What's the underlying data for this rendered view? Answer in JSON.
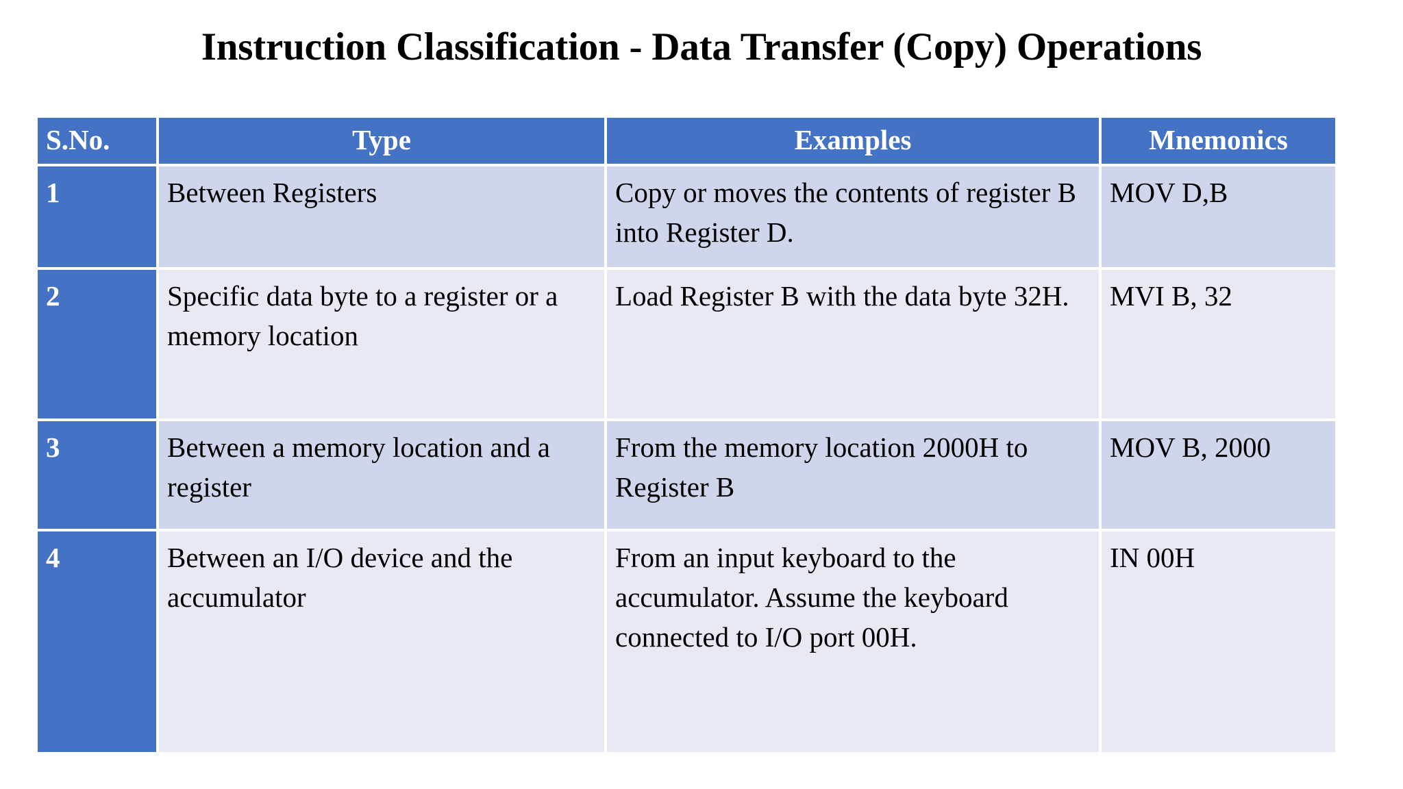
{
  "slide": {
    "title": "Instruction Classification - Data Transfer (Copy) Operations",
    "background_color": "#FFFFFF"
  },
  "theme": {
    "header_fill": "#4472C4",
    "header_text": "#FFFFFF",
    "band_dark": "#CFD5EA",
    "band_light": "#E9E9F3",
    "body_text": "#000000",
    "gridline": "#FFFFFF"
  },
  "table": {
    "columns": [
      {
        "key": "sno",
        "label": "S.No."
      },
      {
        "key": "type",
        "label": "Type"
      },
      {
        "key": "examples",
        "label": "Examples"
      },
      {
        "key": "mnemonics",
        "label": "Mnemonics"
      }
    ],
    "rows": [
      {
        "sno": "1",
        "type": "Between Registers",
        "examples": "Copy or moves the contents of register B into Register D.",
        "mnemonics": "MOV D,B"
      },
      {
        "sno": "2",
        "type": "Specific data byte to a register or a memory location",
        "examples": "Load Register B with the data byte 32H.",
        "mnemonics": "MVI B, 32"
      },
      {
        "sno": "3",
        "type": "Between a memory location and a register",
        "examples": "From the memory location 2000H to Register B",
        "mnemonics": "MOV B, 2000"
      },
      {
        "sno": "4",
        "type": "Between an I/O device and the accumulator",
        "examples": "From an input keyboard to the accumulator. Assume the keyboard connected to I/O port 00H.",
        "mnemonics": "IN 00H"
      }
    ]
  }
}
